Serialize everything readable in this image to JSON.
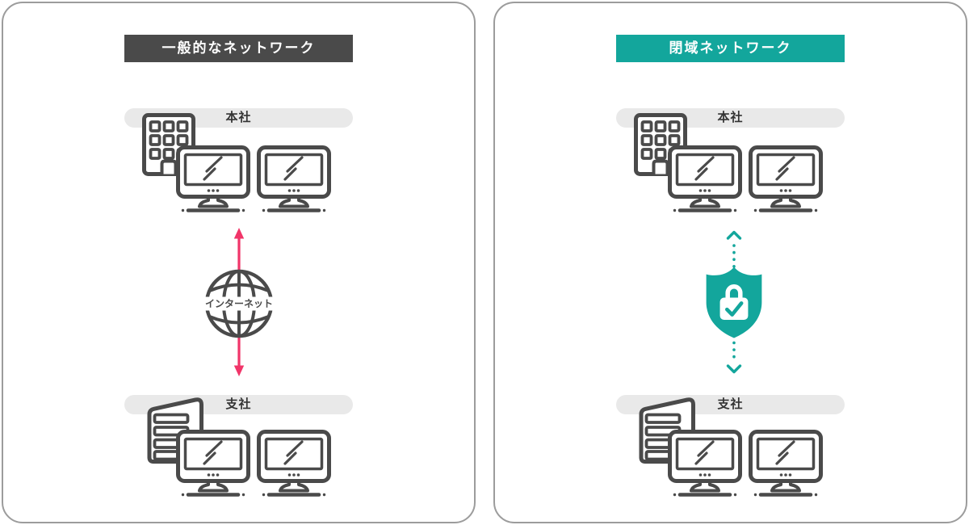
{
  "diagram": {
    "left_panel": {
      "title": "一般的なネットワーク",
      "hq_label": "本社",
      "branch_label": "支社",
      "connector": {
        "label": "インターネット",
        "icon": "globe-icon",
        "arrow_style": "solid-pink-double-arrow"
      }
    },
    "right_panel": {
      "title": "閉域ネットワーク",
      "hq_label": "本社",
      "branch_label": "支社",
      "connector": {
        "icon": "shield-lock-check-icon",
        "arrow_style": "dotted-teal-double-arrow"
      }
    },
    "icons": {
      "office-building-icon": "multi-story building with window grid and door",
      "branch-building-icon": "slant-top building with horizontal window bars",
      "monitor-icon": "desktop monitor with stand and base line",
      "globe-icon": "wireframe globe",
      "shield-lock-check-icon": "teal shield with white padlock and check mark"
    }
  },
  "colors": {
    "panel_border": "#9c9c9c",
    "header_dark_bg": "#4a4a4a",
    "teal": "#13a69c",
    "pink": "#f13569",
    "icon": "#4a4a4a",
    "pill_bg": "#e9e9e9",
    "pill_text": "#333333"
  }
}
